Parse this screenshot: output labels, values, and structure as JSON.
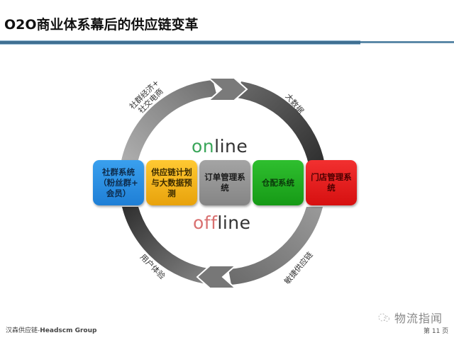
{
  "slide": {
    "title": "O2O商业体系幕后的供应链变革",
    "colors": {
      "title_rule": "#3f6f92",
      "ring_light": "#a8a8a8",
      "ring_dark": "#3a3a3a",
      "online_accent": "#3aa65a",
      "offline_accent": "#d97070"
    }
  },
  "diagram": {
    "online": {
      "accent": "on",
      "rest": "line"
    },
    "offline": {
      "accent": "off",
      "rest": "line"
    },
    "arc_labels": {
      "top_left_line1": "社群经济+",
      "top_left_line2": "社交电商",
      "top_right": "大数据",
      "bottom_left": "用户体验",
      "bottom_right": "敏捷供应链"
    },
    "arrows": {
      "top": "chevron-right",
      "bottom": "chevron-left"
    },
    "boxes": [
      {
        "label_lines": [
          "社群系统",
          "（粉丝群+",
          "会员）"
        ],
        "color": "#2e8fe0",
        "text_color": "#0d2a4a"
      },
      {
        "label_lines": [
          "供应链计划",
          "与大数据预",
          "测"
        ],
        "color": "#f2b21a",
        "text_color": "#3a2a00"
      },
      {
        "label_lines": [
          "订单管理系",
          "统"
        ],
        "color": "#8e8e8e",
        "text_color": "#1a1a1a"
      },
      {
        "label_lines": [
          "仓配系统"
        ],
        "color": "#21a521",
        "text_color": "#0b3a0b"
      },
      {
        "label_lines": [
          "门店管理系",
          "统"
        ],
        "color": "#e51b1b",
        "text_color": "#4a0000"
      }
    ]
  },
  "footer": {
    "company_cn": "汉森供应链-",
    "company_en": "Headscm Group",
    "watermark": "物流指闻",
    "page_label": "第 11 页"
  }
}
